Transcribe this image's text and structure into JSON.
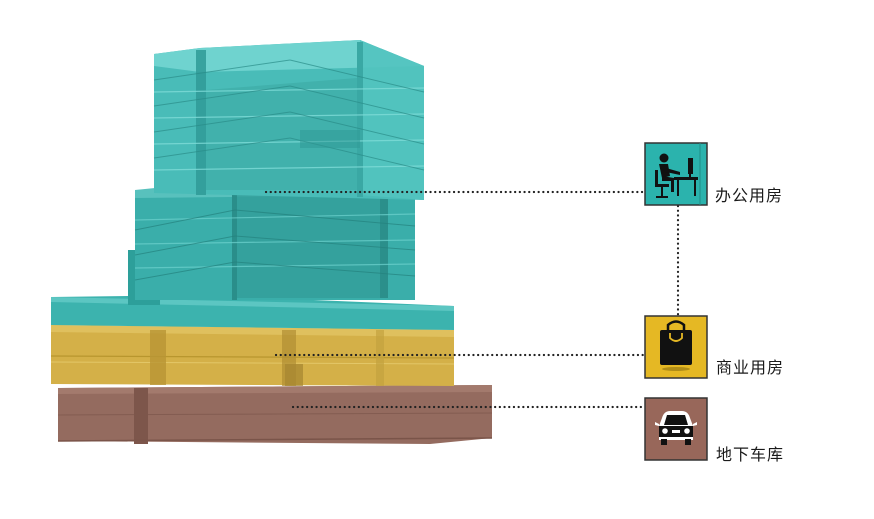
{
  "legend": {
    "office": {
      "label": "办公用房",
      "icon": "office-worker-desk-icon",
      "color": "#2bb3ad"
    },
    "commercial": {
      "label": "商业用房",
      "icon": "shopping-bag-icon",
      "color": "#e5b824"
    },
    "parking": {
      "label": "地下车库",
      "icon": "car-icon",
      "color": "#98675a"
    }
  },
  "colors": {
    "office_building": "#3fb0ab",
    "commercial_podium": "#d6b246",
    "basement": "#946b5f",
    "leader_line": "#222222"
  }
}
